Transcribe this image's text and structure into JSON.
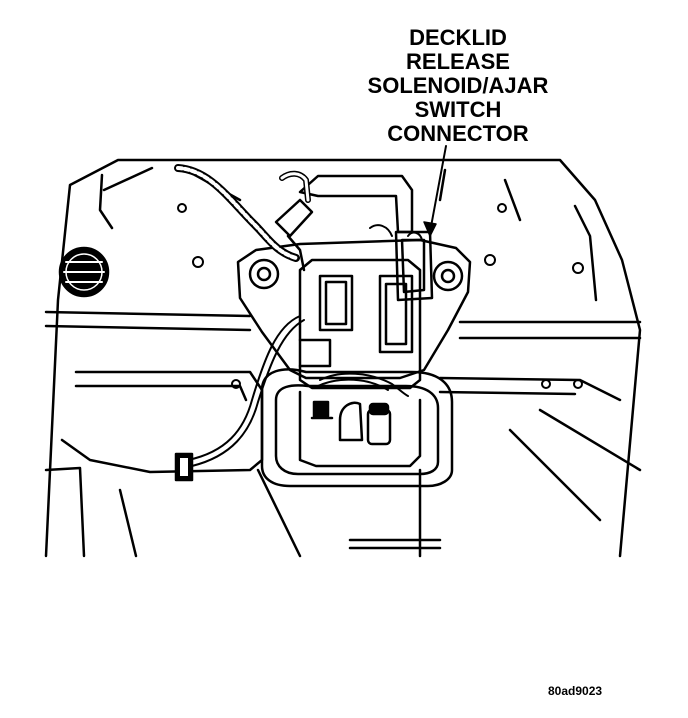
{
  "callout": {
    "lines": [
      "DECKLID",
      "RELEASE",
      "SOLENOID/AJAR",
      "SWITCH",
      "CONNECTOR"
    ]
  },
  "figure_id": "80ad9023"
}
